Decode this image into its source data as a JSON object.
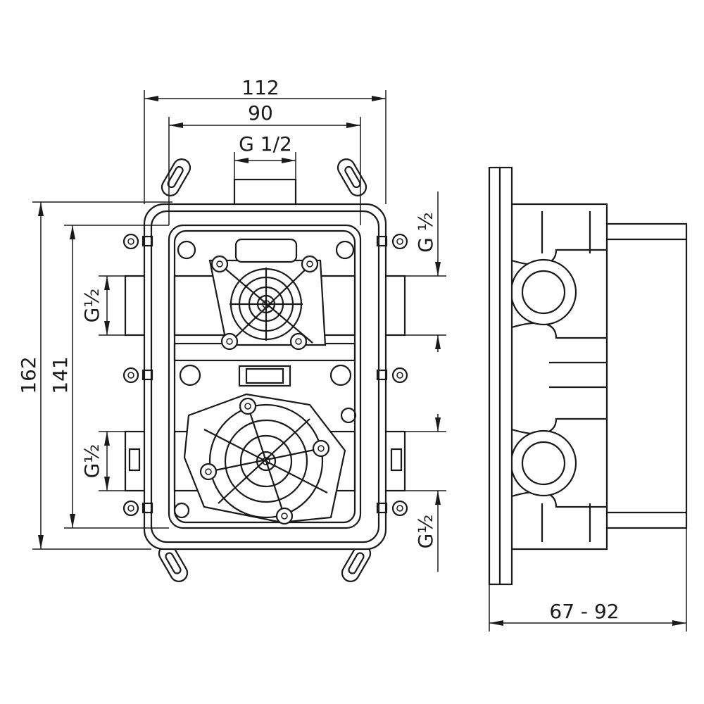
{
  "dimensions": {
    "width_outer": "112",
    "width_inner": "90",
    "top_connection": "G 1/2",
    "height_outer": "162",
    "height_inner": "141",
    "left_upper_connection": "G½",
    "left_lower_connection": "G½",
    "right_upper_connection": "G ½",
    "right_lower_connection": "G½",
    "depth_range": "67 - 92"
  },
  "colors": {
    "line": "#1a1a1a",
    "background": "#ffffff"
  }
}
